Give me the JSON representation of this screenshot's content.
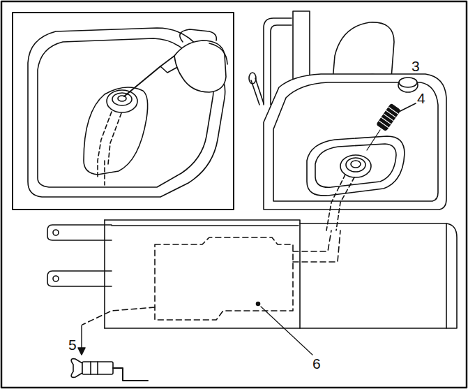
{
  "diagram": {
    "labels": [
      "3",
      "4",
      "5",
      "6"
    ]
  }
}
